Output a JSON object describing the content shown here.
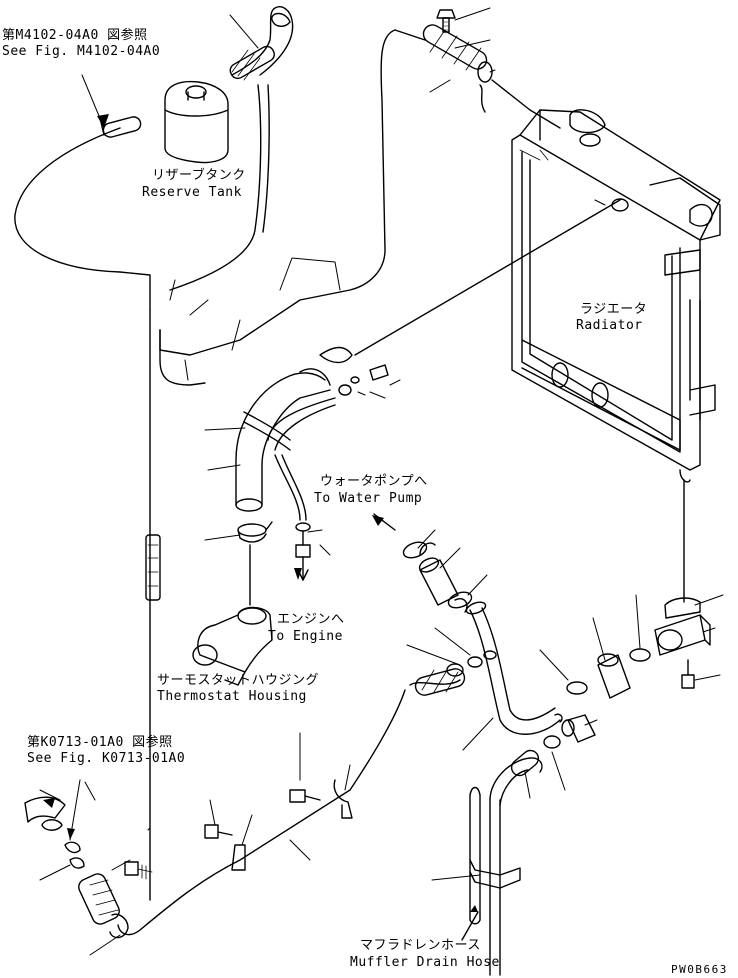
{
  "labels": {
    "ref_top_jp": "第M4102-04A0 図参照",
    "ref_top_en": "See Fig. M4102-04A0",
    "reserve_tank_jp": "リザーブタンク",
    "reserve_tank_en": "Reserve Tank",
    "radiator_jp": "ラジエータ",
    "radiator_en": "Radiator",
    "water_pump_jp": "ウォータポンプへ",
    "water_pump_en": "To Water Pump",
    "engine_jp": "エンジンへ",
    "engine_en": "To Engine",
    "thermostat_jp": "サーモスタットハウジング",
    "thermostat_en": "Thermostat Housing",
    "ref_bottom_jp": "第K0713-01A0 図参照",
    "ref_bottom_en": "See Fig. K0713-01A0",
    "muffler_jp": "マフラドレンホース",
    "muffler_en": "Muffler Drain Hose",
    "drawing_code": "PW0B663"
  },
  "colors": {
    "ink": "#000000",
    "paper": "#ffffff"
  }
}
